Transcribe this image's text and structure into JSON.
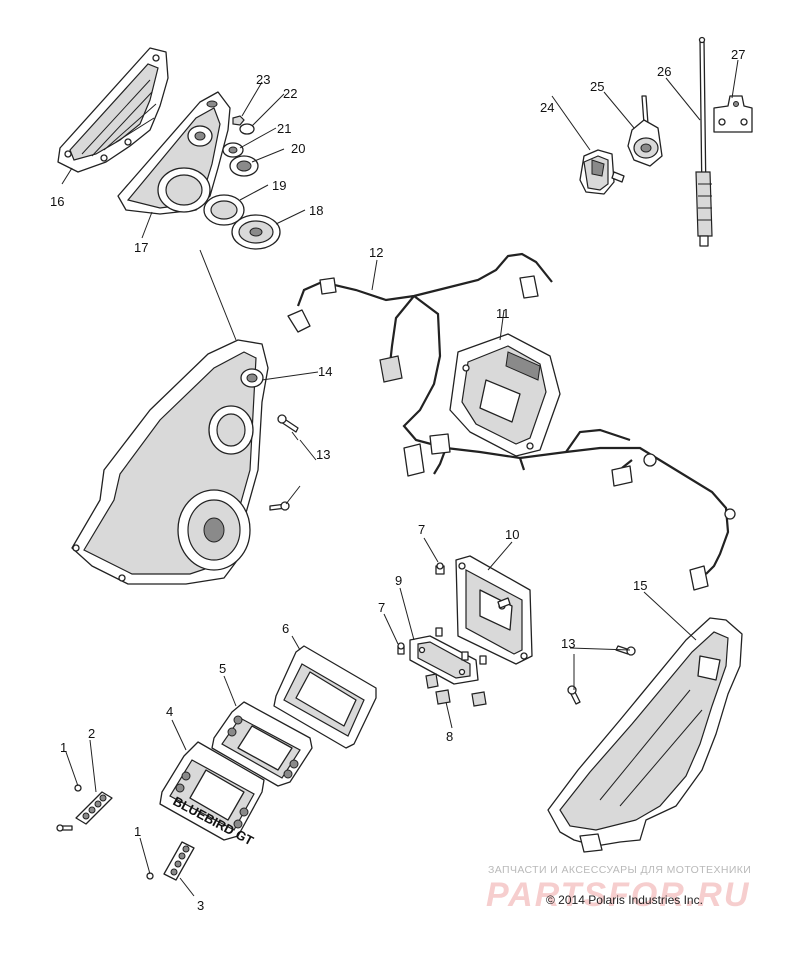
{
  "callouts": [
    {
      "id": "1a",
      "label": "1"
    },
    {
      "id": "1b",
      "label": "1"
    },
    {
      "id": "2",
      "label": "2"
    },
    {
      "id": "3",
      "label": "3"
    },
    {
      "id": "4",
      "label": "4"
    },
    {
      "id": "5",
      "label": "5"
    },
    {
      "id": "6",
      "label": "6"
    },
    {
      "id": "7a",
      "label": "7"
    },
    {
      "id": "7b",
      "label": "7"
    },
    {
      "id": "8",
      "label": "8"
    },
    {
      "id": "9",
      "label": "9"
    },
    {
      "id": "10",
      "label": "10"
    },
    {
      "id": "11",
      "label": "11"
    },
    {
      "id": "12",
      "label": "12"
    },
    {
      "id": "13a",
      "label": "13"
    },
    {
      "id": "13b",
      "label": "13"
    },
    {
      "id": "14",
      "label": "14"
    },
    {
      "id": "15",
      "label": "15"
    },
    {
      "id": "16",
      "label": "16"
    },
    {
      "id": "17",
      "label": "17"
    },
    {
      "id": "18",
      "label": "18"
    },
    {
      "id": "19",
      "label": "19"
    },
    {
      "id": "20",
      "label": "20"
    },
    {
      "id": "21",
      "label": "21"
    },
    {
      "id": "22",
      "label": "22"
    },
    {
      "id": "23",
      "label": "23"
    },
    {
      "id": "24",
      "label": "24"
    },
    {
      "id": "25",
      "label": "25"
    },
    {
      "id": "26",
      "label": "26"
    },
    {
      "id": "27",
      "label": "27"
    }
  ],
  "gps_screen_text": "BLUEBIRD GT",
  "watermark": {
    "line": "ЗАПЧАСТИ И АКСЕССУАРЫ ДЛЯ МОТОТЕХНИКИ",
    "logo": "PARTSFOR.RU"
  },
  "copyright": "© 2014 Polaris Industries Inc."
}
